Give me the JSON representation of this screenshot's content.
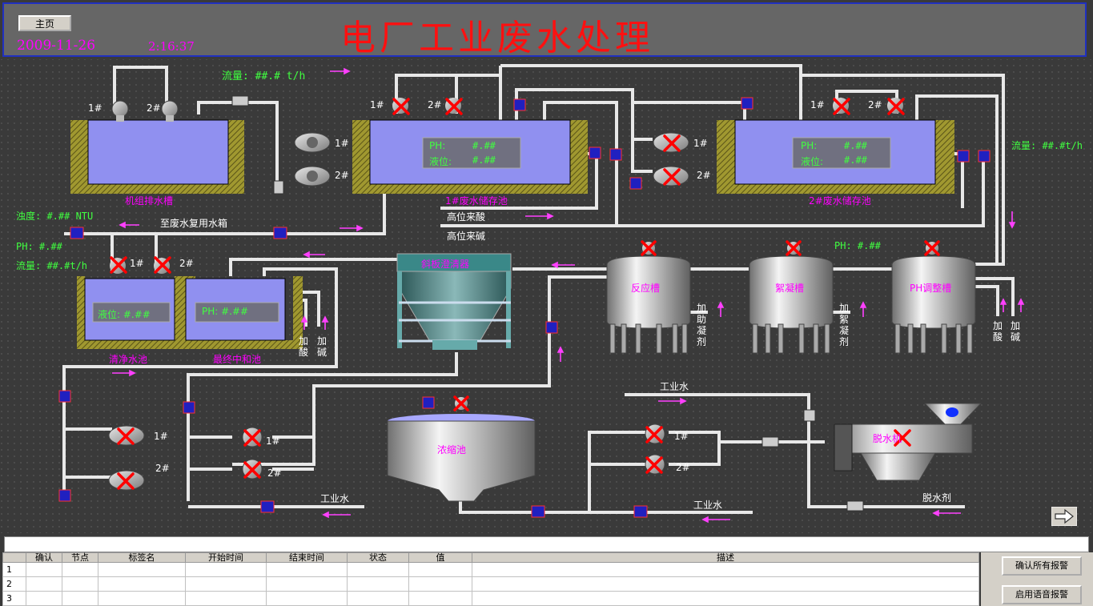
{
  "header": {
    "home_button": "主页",
    "date": "2009-11-26",
    "time": "2:16:37",
    "title": "电厂工业废水处理"
  },
  "colors": {
    "tank_fill": "#9090f0",
    "label_magenta": "#ff00ff",
    "value_green": "#40ff40",
    "pipe_white": "#e8e8e8",
    "valve_red": "#ff0000",
    "background": "#3a3a3a"
  },
  "process": {
    "flow_top": "流量: ##.# t/h",
    "flow_right": "流量: ##.#t/h",
    "flow_left": "流量: ##.#t/h",
    "turbidity": "浊度: #.## NTU",
    "ph_left": "PH:   #.##",
    "ph_right": "PH:   #.##",
    "to_reuse_tank": "至废水复用水箱",
    "high_acid": "高位来酸",
    "high_alkali": "高位来碱",
    "industrial_water_a": "工业水",
    "industrial_water_b": "工业水",
    "industrial_water_c": "工业水",
    "dewater_agent": "脱水剂",
    "tanks": {
      "unit_drain": {
        "label": "机组排水槽"
      },
      "waste1": {
        "label": "1#废水储存池",
        "ph_label": "PH:",
        "ph_value": "#.##",
        "level_label": "液位:",
        "level_value": "#.##"
      },
      "waste2": {
        "label": "2#废水储存池",
        "ph_label": "PH:",
        "ph_value": "#.##",
        "level_label": "液位:",
        "level_value": "#.##"
      },
      "clear_water": {
        "label": "清净水池",
        "level_text": "液位: #.##"
      },
      "final_neutral": {
        "label": "最终中和池",
        "ph_text": "PH: #.##"
      },
      "clarifier": {
        "label": "斜板澄清器"
      },
      "reaction": {
        "label": "反应槽"
      },
      "flocculation": {
        "label": "絮凝槽"
      },
      "ph_adjust": {
        "label": "PH调整槽"
      },
      "thickener": {
        "label": "浓缩池"
      },
      "dewater": {
        "label": "脱水机"
      }
    },
    "dosing": {
      "coagulant_aid": [
        "加",
        "助",
        "凝",
        "剂"
      ],
      "flocculant": [
        "加",
        "絮",
        "凝",
        "剂"
      ],
      "acid": [
        "加",
        "酸"
      ],
      "alkali": [
        "加",
        "碱"
      ]
    },
    "pump_labels": {
      "p1": "1#",
      "p2": "2#"
    }
  },
  "alarm": {
    "columns": [
      "",
      "确认",
      "节点",
      "标签名",
      "开始时间",
      "结束时间",
      "状态",
      "值",
      "描述"
    ],
    "rows": [
      "1",
      "2",
      "3"
    ],
    "buttons": {
      "ack_all": "确认所有报警",
      "voice": "启用语音报警"
    }
  }
}
